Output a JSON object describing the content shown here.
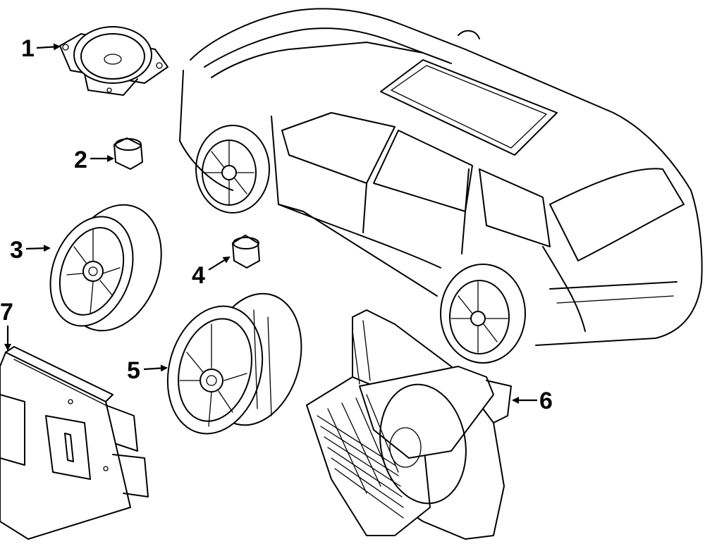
{
  "callouts": [
    {
      "id": "1",
      "label": "1"
    },
    {
      "id": "2",
      "label": "2"
    },
    {
      "id": "3",
      "label": "3"
    },
    {
      "id": "4",
      "label": "4"
    },
    {
      "id": "5",
      "label": "5"
    },
    {
      "id": "6",
      "label": "6"
    },
    {
      "id": "7",
      "label": "7"
    }
  ],
  "parts": [
    {
      "callout": "1",
      "depicts": "tweeter-speaker-icon"
    },
    {
      "callout": "2",
      "depicts": "speaker-nut-icon"
    },
    {
      "callout": "3",
      "depicts": "door-speaker-icon"
    },
    {
      "callout": "4",
      "depicts": "speaker-nut-icon"
    },
    {
      "callout": "5",
      "depicts": "door-speaker-icon"
    },
    {
      "callout": "6",
      "depicts": "subwoofer-enclosure-icon"
    },
    {
      "callout": "7",
      "depicts": "amplifier-module-icon"
    }
  ],
  "colors": {
    "line": "#000000",
    "background": "#ffffff"
  }
}
